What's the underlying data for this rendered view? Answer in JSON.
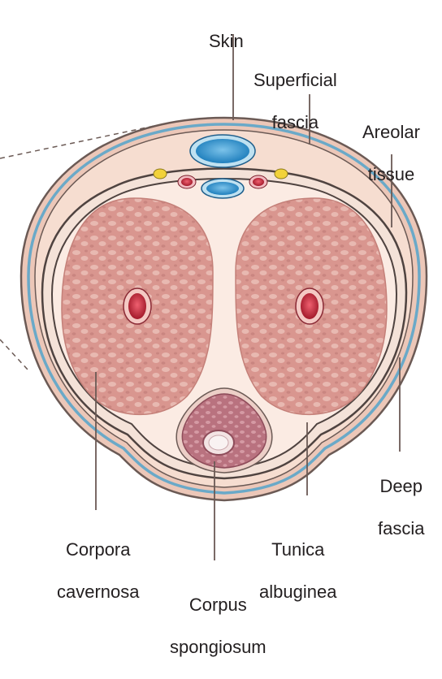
{
  "labels": {
    "skin": "Skin",
    "superficial_fascia": [
      "Superficial",
      "fascia"
    ],
    "areolar_tissue": [
      "Areolar",
      "tissue"
    ],
    "deep_fascia": [
      "Deep",
      "fascia"
    ],
    "corpora_cavernosa": [
      "Corpora",
      "cavernosa"
    ],
    "tunica_albuginea": [
      "Tunica",
      "albuginea"
    ],
    "corpus_spongiosum": [
      "Corpus",
      "spongiosum"
    ]
  },
  "colors": {
    "skin_fill": "#ecc7b8",
    "skin_outline": "#6b5a55",
    "fascia_blue": "#6aa9c8",
    "areolar_fill": "#f6ddd0",
    "tunica_fill": "#fbebe3",
    "cavernosa_fill": "#d9968f",
    "cavernosa_texture": "#e7b5ad",
    "spongiosum_fill": "#b9727f",
    "vein_blue": "#2f8fc9",
    "artery_red": "#c8283a",
    "nerve_yellow": "#f2d23a",
    "leader_line": "#6b5a55"
  }
}
